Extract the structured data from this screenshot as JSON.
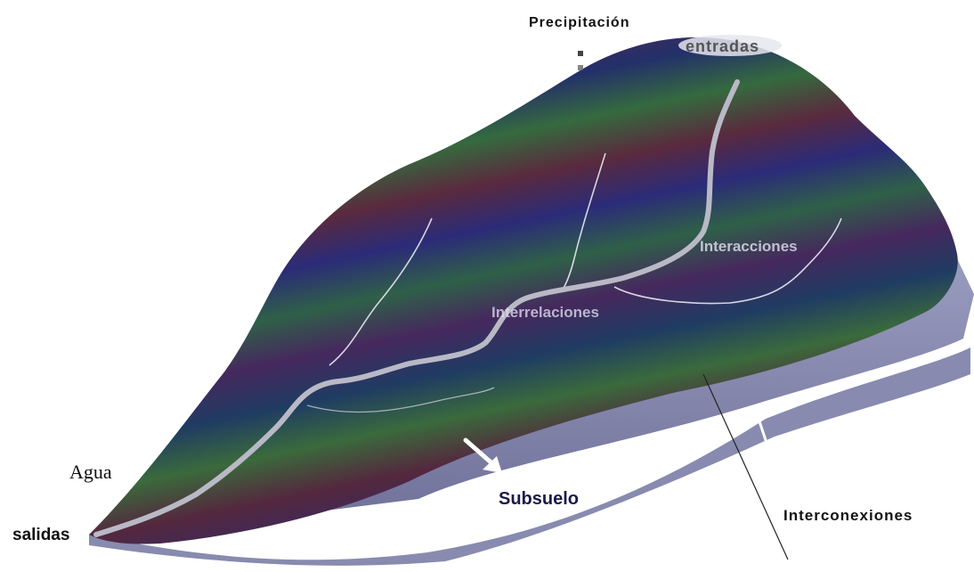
{
  "labels": {
    "precipitacion": "Precipitación",
    "entradas": "entradas",
    "interacciones": "Interacciones",
    "interrelaciones": "Interrelaciones",
    "agua": "Agua",
    "salidas": "salidas",
    "subsuelo": "Subsuelo",
    "interconexiones": "Interconexiones"
  },
  "colors": {
    "basin_purple": "#4a2a6e",
    "basin_green": "#2f5a3a",
    "basin_navy": "#202a5c",
    "basin_red": "#5a2a3a",
    "subsoil": "#8a8cb0",
    "river": "#b8b8c4",
    "label_text": "#111111",
    "overlay_text": "#d8d8e8"
  }
}
